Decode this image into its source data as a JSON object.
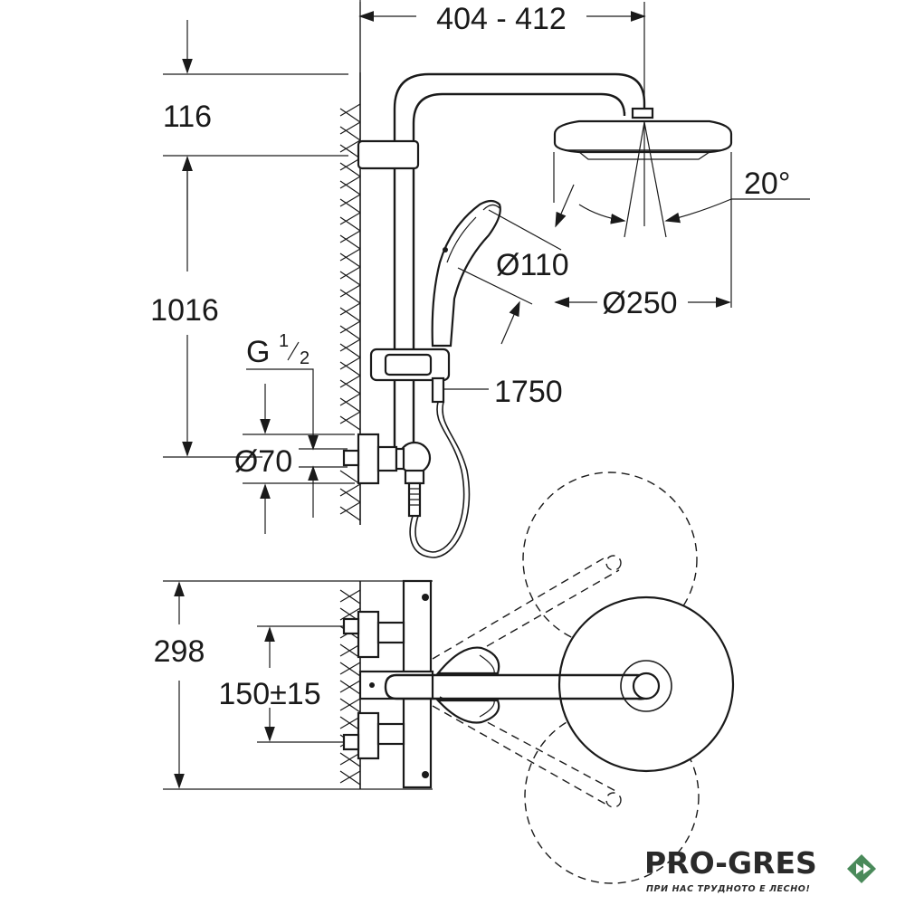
{
  "dimensions": {
    "width_range": "404 - 412",
    "top_offset": "116",
    "arm_height": "1016",
    "connection_thread_main": "G",
    "connection_thread_num": "1",
    "connection_thread_den": "2",
    "flange_diameter": "Ø70",
    "hand_shower_diameter": "Ø110",
    "head_shower_diameter": "Ø250",
    "head_tilt_angle": "20°",
    "hose_length": "1750",
    "plan_depth": "298",
    "inlet_spacing": "150±15"
  },
  "brand": {
    "name": "PRO-GRES",
    "tagline": "ПРИ НАС ТРУДНОТО Е ЛЕСНО!",
    "accent_color": "#4a8a5a"
  }
}
